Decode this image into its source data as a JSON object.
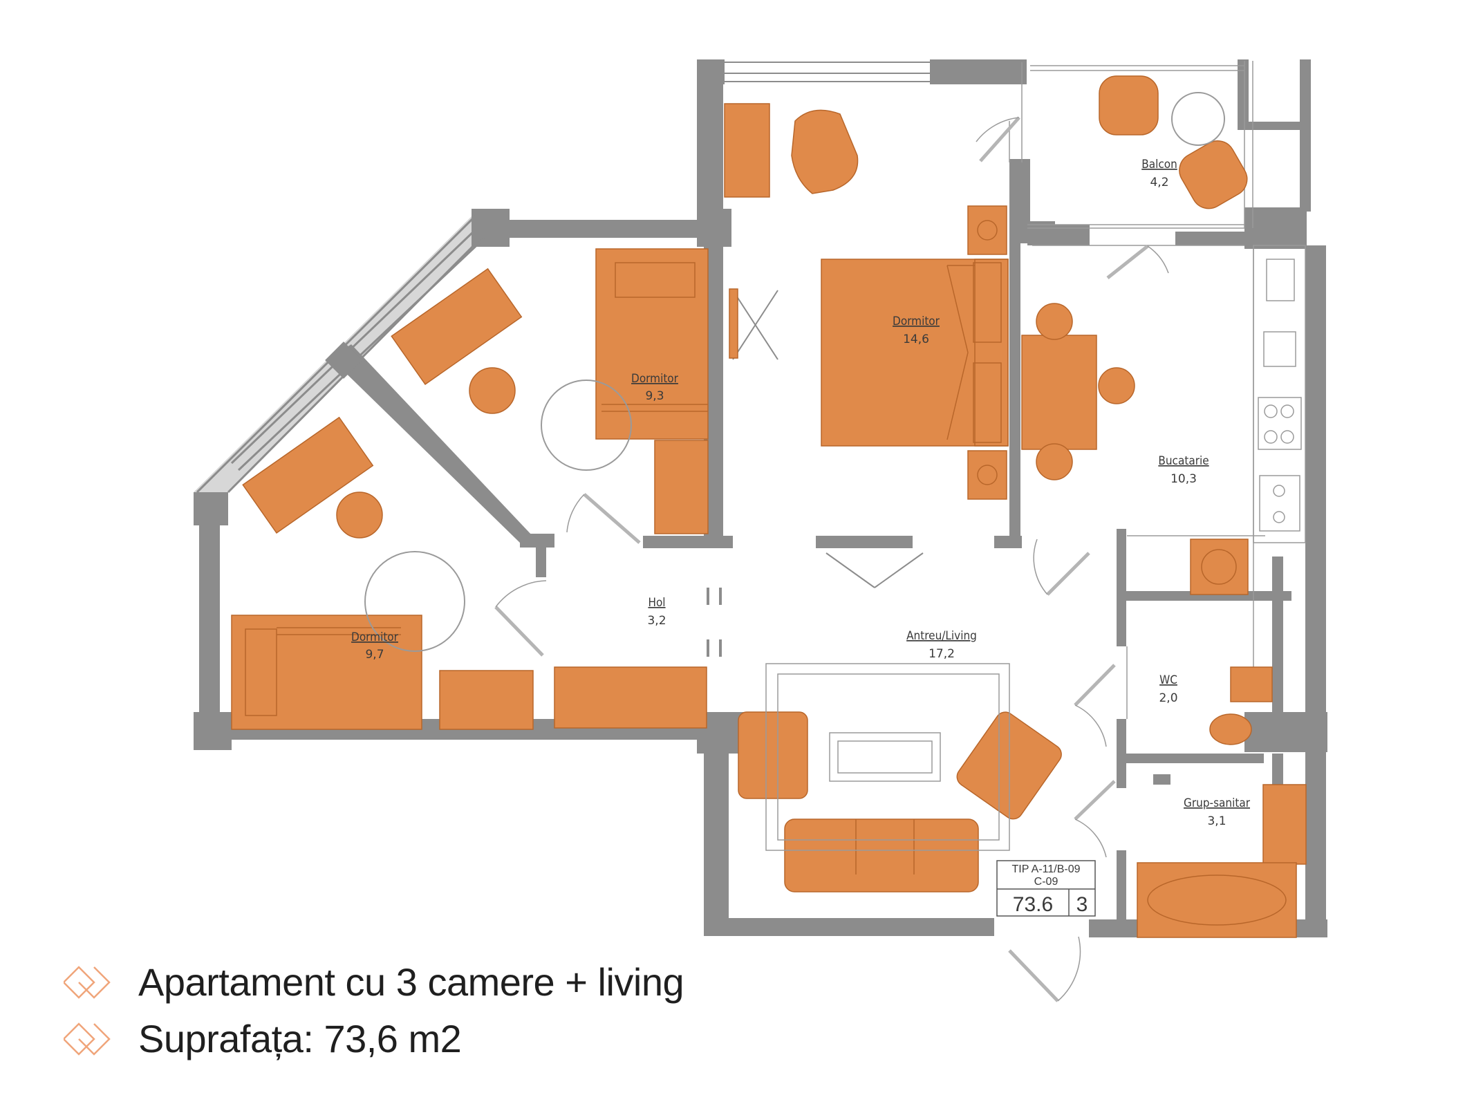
{
  "rooms": [
    {
      "name": "Dormitor",
      "area": "14,6"
    },
    {
      "name": "Dormitor",
      "area": "9,3"
    },
    {
      "name": "Dormitor",
      "area": "9,7"
    },
    {
      "name": "Balcon",
      "area": "4,2"
    },
    {
      "name": "Bucatarie",
      "area": "10,3"
    },
    {
      "name": "Hol",
      "area": "3,2"
    },
    {
      "name": "Antreu/Living",
      "area": "17,2"
    },
    {
      "name": "WC",
      "area": "2,0"
    },
    {
      "name": "Grup-sanitar",
      "area": "3,1"
    }
  ],
  "tip_box": {
    "line1": "TIP A-11/B-09",
    "line2": "C-09",
    "area": "73.6",
    "rooms": "3"
  },
  "captions": {
    "line1": "Apartament cu 3 camere + living",
    "line2": "Suprafața: 73,6 m2"
  },
  "colors": {
    "wall": "#8c8c8c",
    "furniture": "#e08a4a",
    "furniture_stroke": "#b8662a",
    "accent_icon": "#f0a57a",
    "text": "#1f1f1f"
  }
}
